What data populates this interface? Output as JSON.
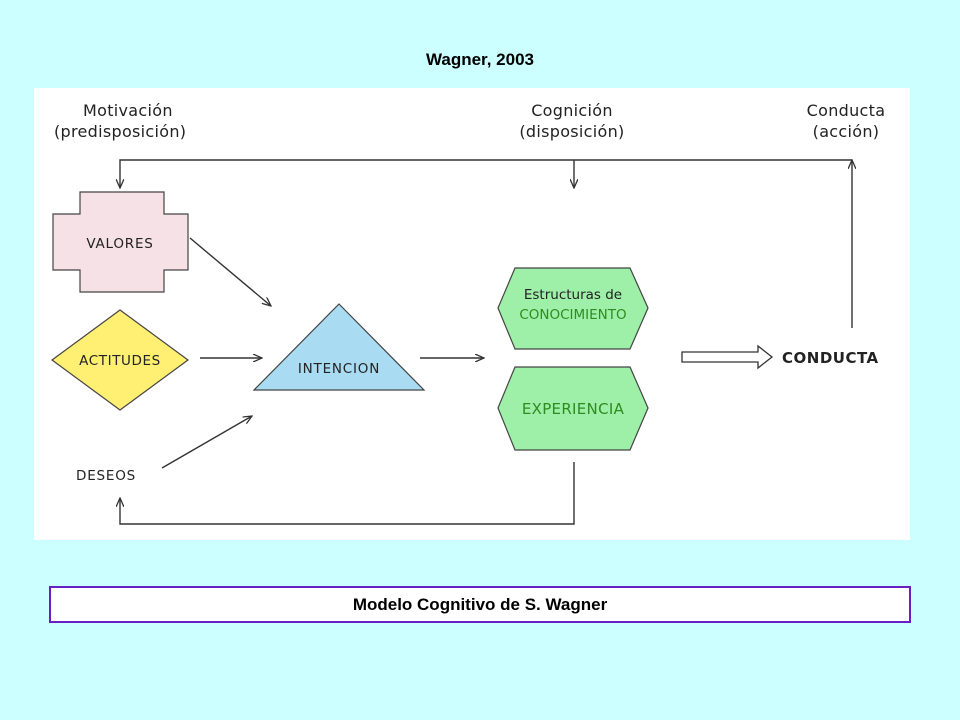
{
  "title": "Wagner, 2003",
  "caption": "Modelo Cognitivo de S. Wagner",
  "diagram": {
    "headers": {
      "motivacion": [
        "Motivación",
        "(predisposición)"
      ],
      "cognicion": [
        "Cognición",
        "(disposición)"
      ],
      "conducta": [
        "Conducta",
        "(acción)"
      ]
    },
    "nodes": {
      "valores": "VALORES",
      "actitudes": "ACTITUDES",
      "deseos": "DESEOS",
      "intencion": "INTENCION",
      "estructuras_line1": "Estructuras de",
      "estructuras_line2": "CONOCIMIENTO",
      "experiencia": "EXPERIENCIA",
      "conducta": "CONDUCTA"
    },
    "colors": {
      "background": "#ccffff",
      "valores_fill": "#f6e1e7",
      "actitudes_fill": "#ffef73",
      "intencion_fill": "#a9dcf2",
      "green_fill": "#9ef0a8",
      "green_text": "#2e8b1f",
      "caption_border": "#6a1fc4"
    }
  }
}
